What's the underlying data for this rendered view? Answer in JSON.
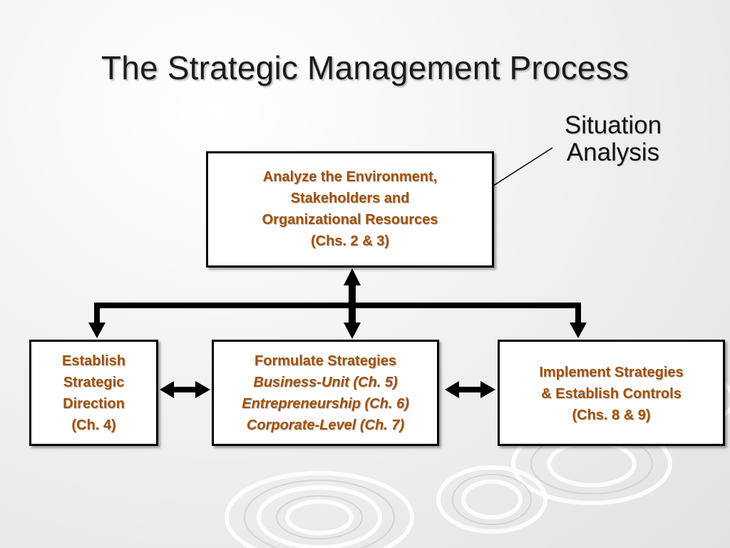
{
  "slide": {
    "title": "The Strategic Management Process"
  },
  "callout": {
    "line1": "Situation",
    "line2": "Analysis"
  },
  "boxes": {
    "analyze": {
      "line1": "Analyze the Environment,",
      "line2": "Stakeholders and",
      "line3": "Organizational Resources",
      "line4": "(Chs. 2 & 3)"
    },
    "direction": {
      "line1": "Establish",
      "line2": "Strategic",
      "line3": "Direction",
      "line4": "(Ch. 4)"
    },
    "formulate": {
      "line1": "Formulate Strategies",
      "line2": "Business-Unit (Ch. 5)",
      "line3": "Entrepreneurship (Ch. 6)",
      "line4": "Corporate-Level (Ch. 7)"
    },
    "implement": {
      "line1": "Implement Strategies",
      "line2": "& Establish Controls",
      "line3": "(Chs. 8 & 9)"
    }
  },
  "colors": {
    "box_text": "#a0520c",
    "box_border": "#000000",
    "title_text": "#1a1a1a"
  }
}
